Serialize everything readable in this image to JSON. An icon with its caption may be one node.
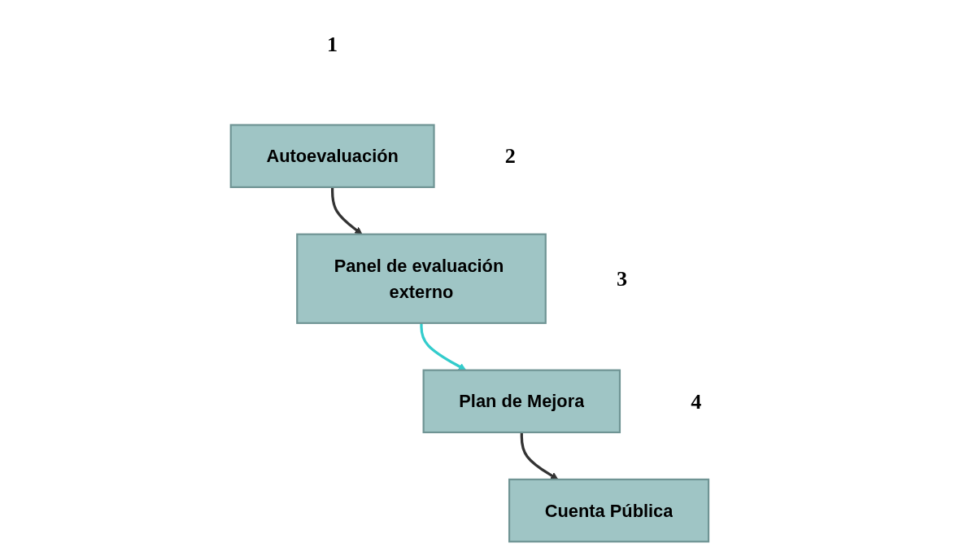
{
  "diagram": {
    "nodes": [
      {
        "text": [
          "Autoevaluación"
        ],
        "beside": [
          "1"
        ]
      },
      {
        "text": [
          "Panel de evaluación externo"
        ],
        "beside": [
          "2"
        ]
      },
      {
        "text": [
          "Plan de Mejora"
        ],
        "beside": [
          "3"
        ]
      },
      {
        "text": [
          "Cuenta Pública"
        ],
        "beside": [
          "4"
        ]
      }
    ],
    "edges": [
      {
        "from": 0,
        "to": 1,
        "arrow": "to"
      },
      {
        "from": 1,
        "to": 2,
        "arrow": "to",
        "color": "#33cccc"
      },
      {
        "from": 2,
        "to": 3,
        "arrow": "to"
      }
    ]
  }
}
